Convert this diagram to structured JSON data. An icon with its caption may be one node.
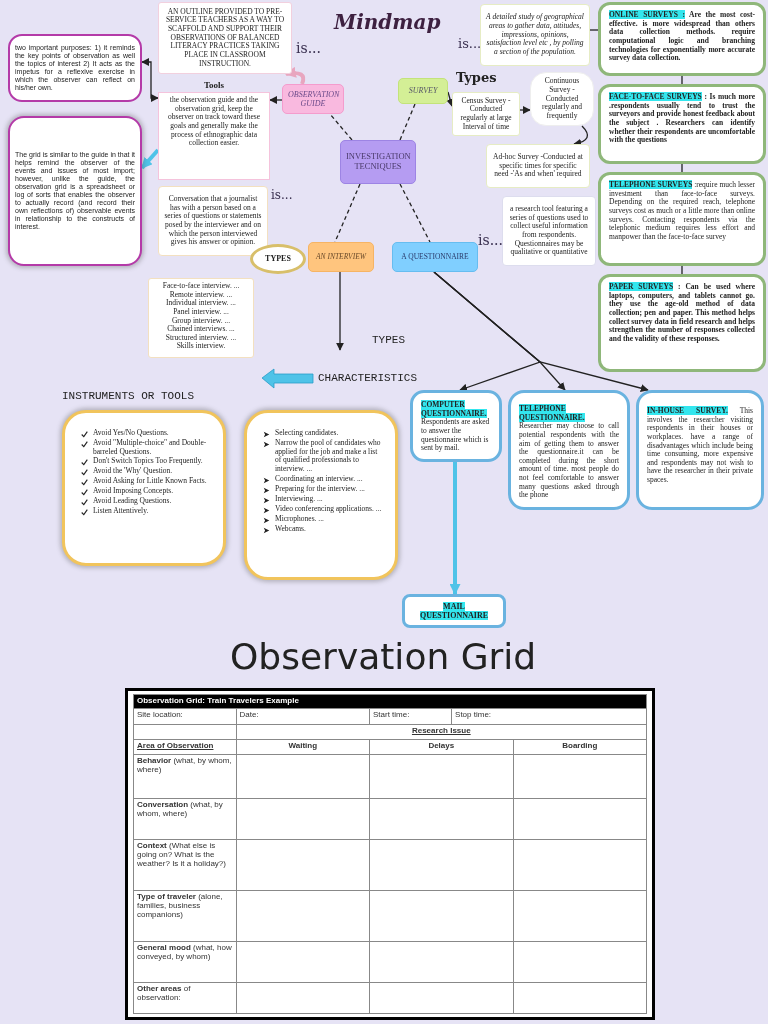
{
  "diagram": {
    "title": "Mindmap",
    "nodes": [
      {
        "text": [
          "two important purposes: 1) it reminds the key points of observation as well the topics of interest 2) It acts as the impetus for a reflexive exercise in which the observer can reflect on his/her own."
        ]
      },
      {
        "text": [
          "The grid is similar to the guide in that it helps remind the observer of the events and issues of most import; however, unlike the guide, the observation grid is a spreadsheet or log of sorts that enables the observer to actually record (and record their own reflections of) observable events in relationship to the constructs of interest."
        ]
      },
      {
        "text": [
          "AN OUTLINE PROVIDED TO PRE-SERVICE TEACHERS AS A WAY TO SCAFFOLD AND SUPPORT THEIR OBSERVATIONS OF BALANCED LITERACY PRACTICES TAKING PLACE IN CLASSROOM INSTRUCTION."
        ],
        "beside": [
          "is..."
        ]
      },
      {
        "text": [
          "Tools",
          "the observation guide and the observation grid, keep the observer on track toward these goals and generally make the process of ethnographic data collection easier."
        ]
      },
      {
        "text": [
          "OBSERVATION GUIDE"
        ]
      },
      {
        "text": [
          "SURVEY"
        ]
      },
      {
        "text": [
          "A detailed study of geographical areas to gather data, attitudes, impressions, opinions, satisfaction level etc , by polling a section of the population."
        ],
        "beside": [
          "is..."
        ]
      },
      {
        "text": [
          "Census Survey -Conducted regularly at large Interval of time"
        ]
      },
      {
        "text": [
          "Continuous Survey -Conducted regularly and frequently"
        ]
      },
      {
        "text": [
          "Ad-hoc Survey -Conducted at specific times for specific need -'As and when' required"
        ]
      },
      {
        "text": [
          "INVESTIGATION TECNIQUES"
        ]
      },
      {
        "text": [
          "Conversation that a journalist has with a person based on a series of questions or statements posed by the interviewer and on which the person interviewed gives his answer or opinion."
        ],
        "beside": [
          "is..."
        ]
      },
      {
        "text": [
          "TYPES"
        ]
      },
      {
        "text": [
          "AN INTERVIEW"
        ]
      },
      {
        "text": [
          "A QUESTIONNAIRE"
        ]
      },
      {
        "text": [
          "a research tool featuring a series of questions used to collect useful information from respondents. Questionnaires may be qualitative or quantitative"
        ],
        "beside": [
          "is..."
        ]
      },
      {
        "text": [
          "Face-to-face interview. ...",
          "Remote interview. ...",
          "Individual interview. ...",
          "Panel interview. ...",
          "Group interview. ...",
          "Chained interviews. ...",
          "Structured interview. ...",
          "Skills interview."
        ]
      },
      {
        "text": [
          "ONLINE SURVEYS :",
          "Are the most cost-effective. is more widespread than others data collection methods. require computational logic and branching technologies for exponentially more accurate survey data collection."
        ]
      },
      {
        "text": [
          "FACE-TO-FACE SURVEYS",
          ": Is much more .respondents usually tend to trust the surveyors and provide honest feedback about the subject . Researchers can identify whether their respondents are uncomfortable with the questions"
        ]
      },
      {
        "text": [
          "TELEPHONE SURVEYS",
          ":require much lesser investment than face-to-face surveys. Depending on the required reach, telephone surveys cost as much or a little more than online surveys. Contacting respondents via the telephonic medium requires less effort and manpower than the face-to-face survey"
        ]
      },
      {
        "text": [
          "PAPER SURVEYS",
          ": Can be used where laptops, computers, and tablets cannot go. they use the age-old method of data collection; pen and paper. This method helps collect survey data in field research and helps strengthen the number of responses collected and the validity of these responses."
        ]
      },
      {
        "text": [
          "COMPUTER QUESTIONNAIRE.",
          "Respondents are asked to answer the questionnaire which is sent by mail."
        ]
      },
      {
        "text": [
          "TELEPHONE QUESTIONNAIRE.",
          "Researcher may choose to call potential respondents with the aim of getting them to answer the questionnaire.it can be completed during the short amount of time. most people do not feel comfortable to answer many questions asked through the phone"
        ]
      },
      {
        "text": [
          "IN-HOUSE SURVEY.",
          "This involves the researcher visiting respondents in their houses or workplaces. have a range of disadvantages which include being time consuming, more expensive and respondents may not wish to have the researcher in their private spaces."
        ]
      },
      {
        "text": [
          "MAIL QUESTIONNAIRE"
        ]
      },
      {
        "text": [
          "Avoid Yes/No Questions.",
          "Avoid \"Multiple-choice\" and Double-barreled Questions.",
          "Don't Switch Topics Too Frequently.",
          "Avoid the 'Why' Question.",
          "Avoid Asking for Little Known Facts.",
          "Avoid Imposing Concepts.",
          "Avoid Leading Questions.",
          "Listen Attentively."
        ]
      },
      {
        "text": [
          "Selecting candidates.",
          "Narrow the pool of candidates who applied for the job and make a list of qualified professionals to interview. ...",
          "Coordinating an interview. ...",
          "Preparing for the interview. ...",
          "Interviewing. ...",
          "Video conferencing applications. ...",
          "Microphones. ...",
          "Webcams."
        ]
      }
    ],
    "edges": [
      {
        "from": 3,
        "to": 0,
        "arrow": "both"
      },
      {
        "from": 3,
        "to": 1,
        "arrow": "to",
        "style": "thick",
        "color": "#4fc3e8"
      },
      {
        "from": 4,
        "to": 3,
        "arrow": "to"
      },
      {
        "from": 4,
        "to": 2,
        "arrow": "to",
        "style": "thick",
        "color": "#e8a6bf"
      },
      {
        "from": 5,
        "to": 7,
        "arrow": "to"
      },
      {
        "from": 7,
        "to": 8,
        "arrow": "to"
      },
      {
        "from": 8,
        "to": 9,
        "arrow": "to"
      },
      {
        "from": 6,
        "to": 17,
        "arrow": "none"
      },
      {
        "from": 17,
        "to": 18,
        "arrow": "none"
      },
      {
        "from": 18,
        "to": 19,
        "arrow": "none"
      },
      {
        "from": 19,
        "to": 20,
        "arrow": "none"
      },
      {
        "from": 10,
        "to": 4,
        "arrow": "none",
        "style": "dashed"
      },
      {
        "from": 10,
        "to": 5,
        "arrow": "none",
        "style": "dashed"
      },
      {
        "from": 10,
        "to": 13,
        "arrow": "none",
        "style": "dashed"
      },
      {
        "from": 10,
        "to": 14,
        "arrow": "none",
        "style": "dashed"
      },
      {
        "from": 13,
        "to": null,
        "arrow": "to"
      },
      {
        "from": 14,
        "to": 21,
        "arrow": "to"
      },
      {
        "from": 14,
        "to": 22,
        "arrow": "to"
      },
      {
        "from": 14,
        "to": 23,
        "arrow": "to"
      },
      {
        "from": 21,
        "to": 24,
        "arrow": "to",
        "style": "thick",
        "color": "#4fc3e8"
      }
    ],
    "labels": [
      "Types",
      "TYPES",
      "CHARACTERISTICS",
      "INSTRUMENTS OR TOOLS",
      "Observation Grid",
      "Observation Grid: Train Travelers Example",
      "Site location:",
      "Date:",
      "Start time:",
      "Stop time:",
      "Research Issue",
      "Area of Observation",
      "Waiting",
      "Delays",
      "Boarding",
      "**Behavior** (what, by whom, where)",
      "**Conversation** (what, by whom, where)",
      "**Context** (What else is going on? What is the weather? Is it a holiday?)",
      "**Type of traveler** (alone, families, business companions)",
      "**General mood** (what, how conveyed, by whom)",
      "**Other areas** of observation:"
    ]
  }
}
